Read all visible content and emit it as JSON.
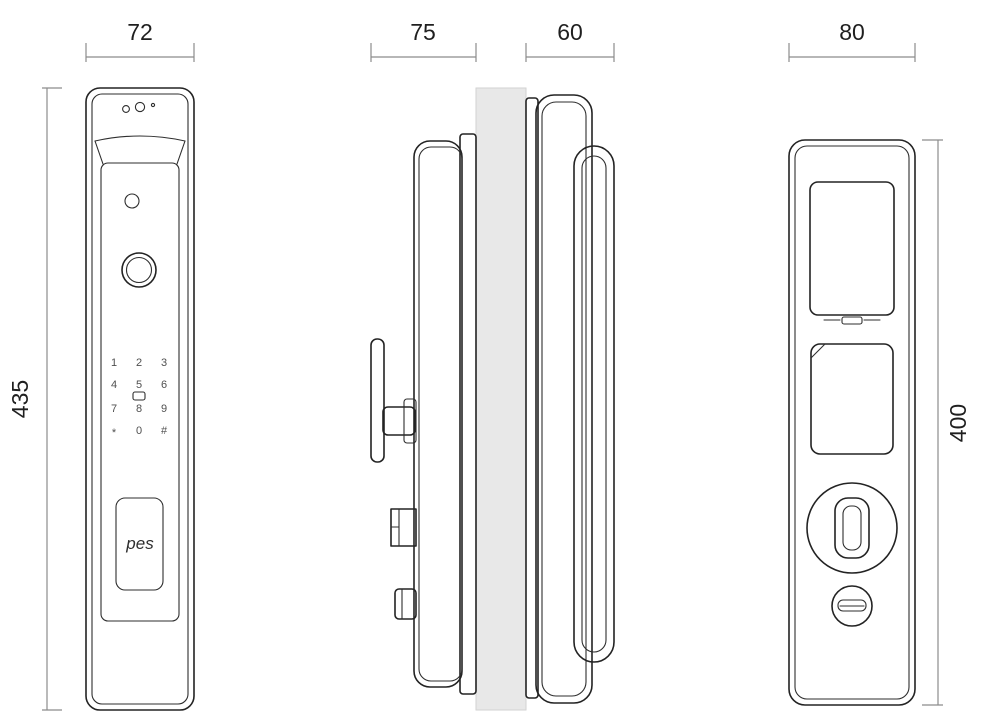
{
  "dimensions": {
    "front_width": "72",
    "front_height": "435",
    "side_front_depth": "75",
    "side_rear_depth": "60",
    "back_width": "80",
    "back_height": "400"
  },
  "front_view": {
    "keypad": [
      [
        "1",
        "2",
        "3"
      ],
      [
        "4",
        "5",
        "6"
      ],
      [
        "7",
        "8",
        "9"
      ],
      [
        "*",
        "0",
        "#"
      ]
    ],
    "logo": "pes"
  }
}
